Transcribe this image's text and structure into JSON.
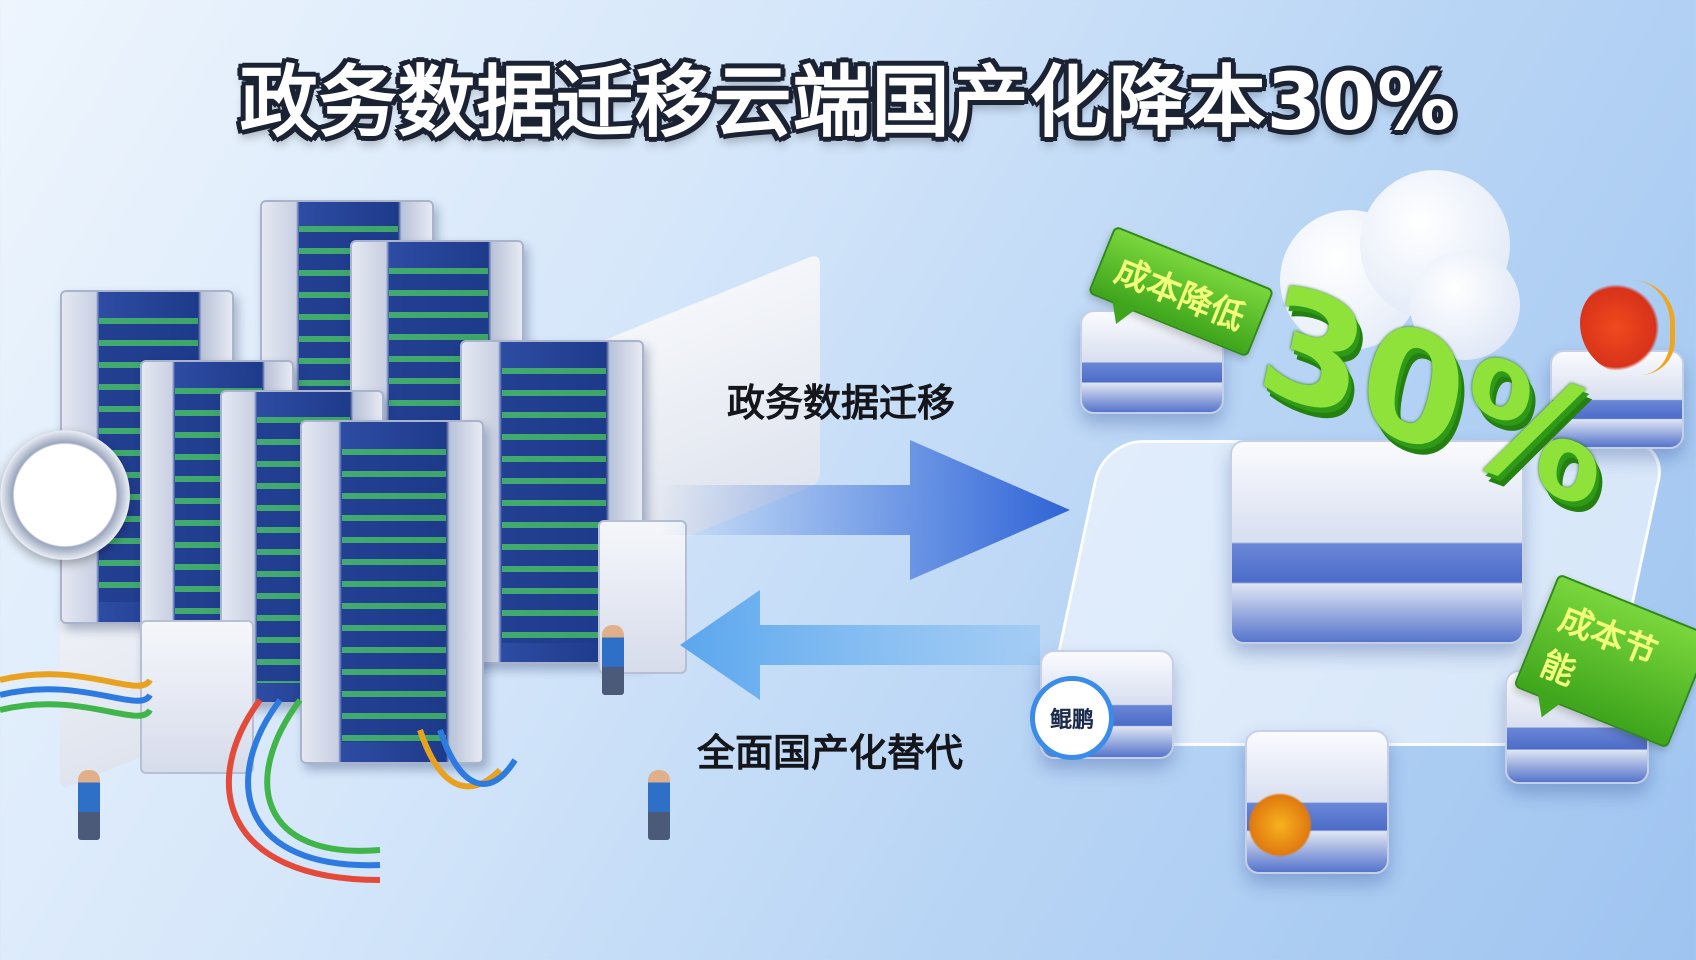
{
  "title": "政务数据迁移云端国产化降本30%",
  "captions": {
    "migration": "政务数据迁移",
    "replacement": "全面国产化替代"
  },
  "badges": {
    "cost_reduction": "成本降低",
    "cost_saving": "成本节能",
    "percent": "30%",
    "kunpeng_logo": "鲲鹏"
  },
  "colors": {
    "accent_green": "#5cc22a",
    "arrow_blue": "#3a72dc",
    "background": "#c6dcf6"
  }
}
